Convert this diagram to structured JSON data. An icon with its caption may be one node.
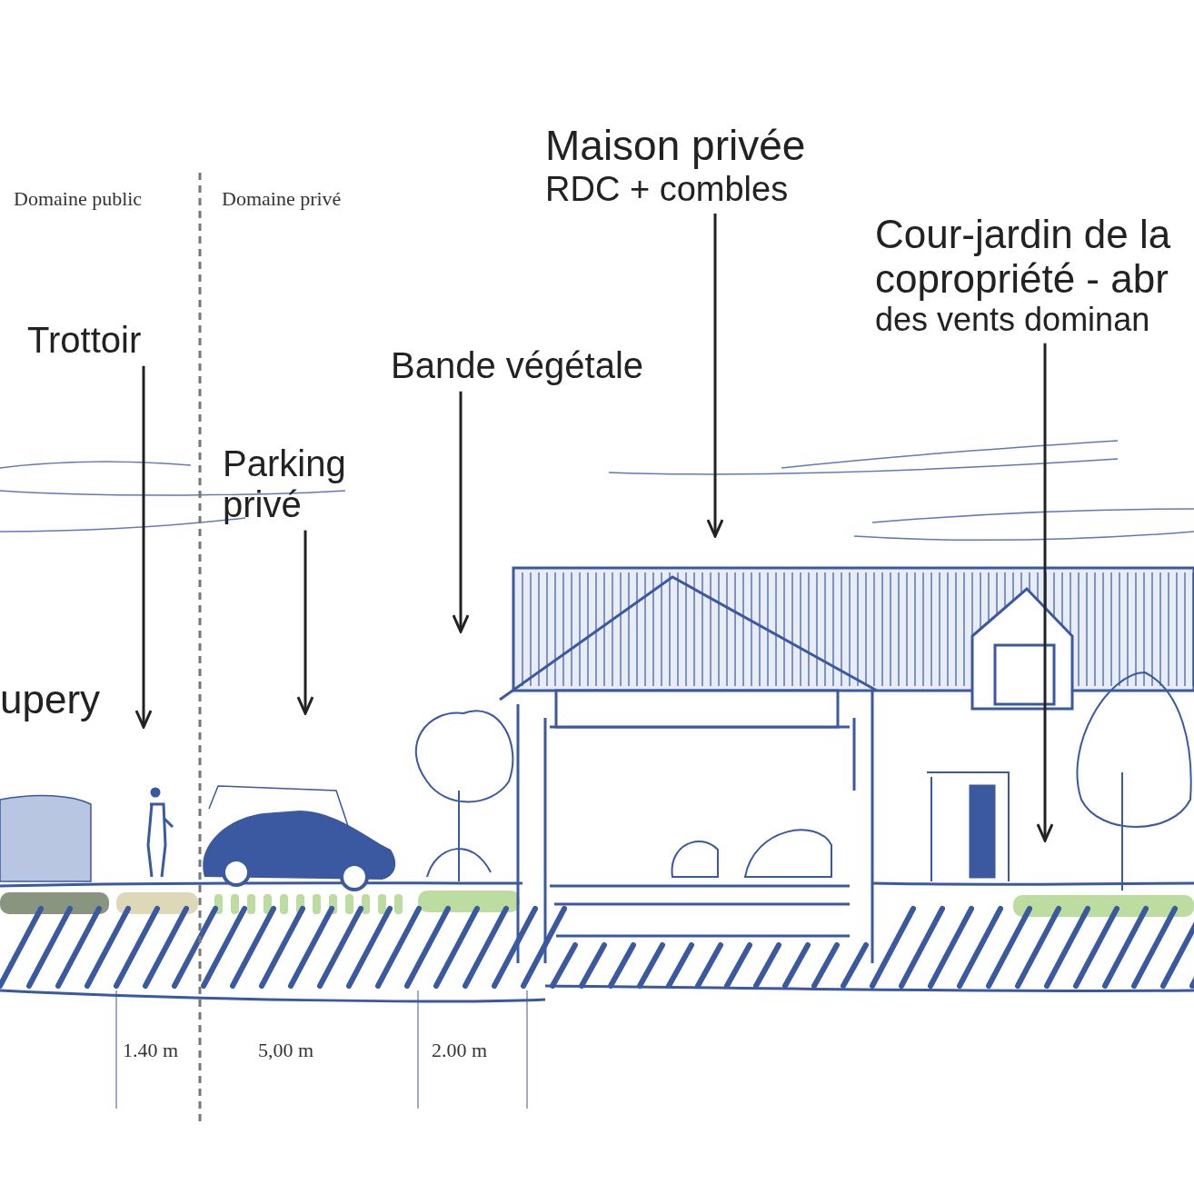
{
  "diagram": {
    "nodes": [
      {
        "text": [
          "Trottoir"
        ]
      },
      {
        "text": [
          "Parking privé"
        ]
      },
      {
        "text": [
          "Bande végétale"
        ]
      },
      {
        "text": [
          "Maison privée",
          "RDC + combles"
        ]
      },
      {
        "text": [
          "Cour-jardin de la copropriété - abr",
          "des vents dominan"
        ]
      }
    ],
    "edges": [
      {
        "from": 0,
        "to": null,
        "arrow": "to"
      },
      {
        "from": 1,
        "to": null,
        "arrow": "to"
      },
      {
        "from": 2,
        "to": null,
        "arrow": "to"
      },
      {
        "from": 3,
        "to": null,
        "arrow": "to"
      },
      {
        "from": 4,
        "to": null,
        "arrow": "to"
      }
    ],
    "labels": [
      "Domaine public",
      "Domaine privé",
      "upery",
      "1.40 m",
      "5,00 m",
      "2.00 m"
    ]
  }
}
